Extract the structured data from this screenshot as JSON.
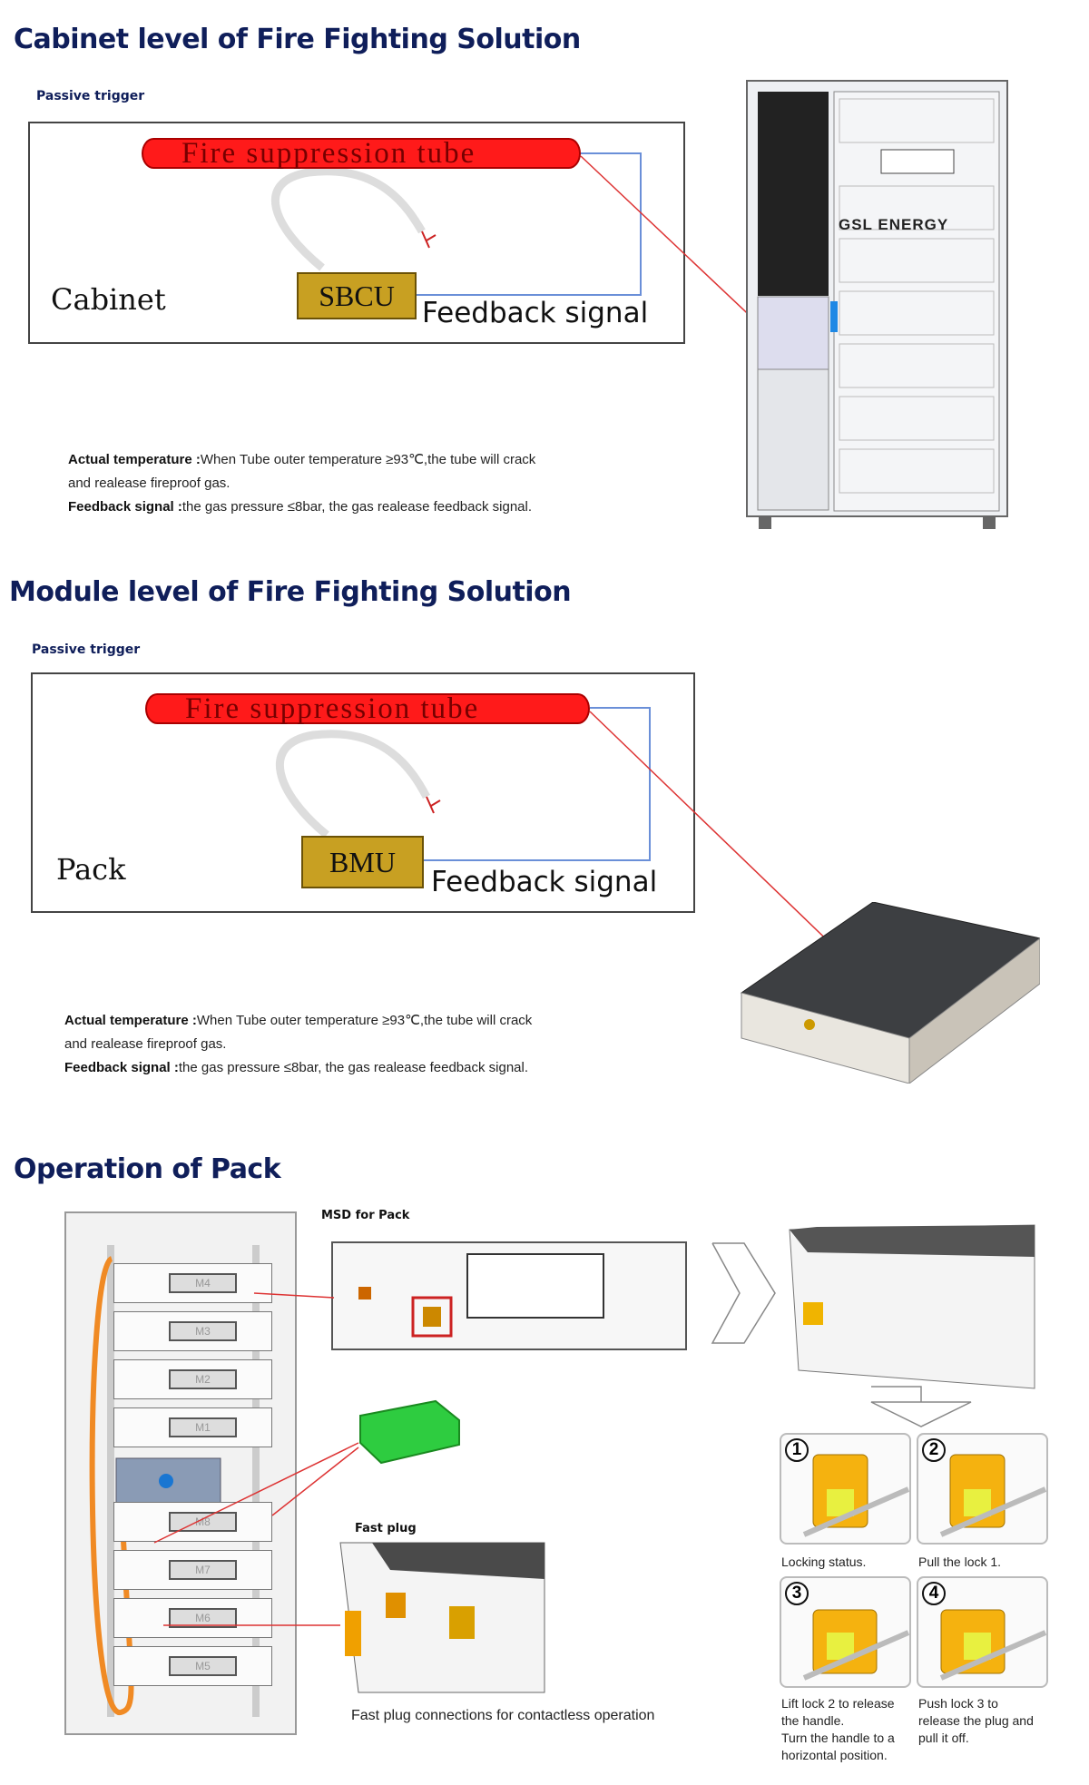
{
  "cabinet_section": {
    "title": "Cabinet level of Fire Fighting Solution",
    "trigger_label": "Passive trigger",
    "tube_label": "Fire suppression tube",
    "controller_label": "SBCU",
    "enclosure_label": "Cabinet",
    "feedback_label": "Feedback signal",
    "brand_label": "GSL ENERGY",
    "temp_title": "Actual temperature :",
    "temp_text": "When Tube outer temperature ≥93℃,the tube will crack",
    "temp_text2": "and realease fireproof gas.",
    "feedback_title": "Feedback signal :",
    "feedback_text": "the gas pressure ≤8bar,  the gas realease feedback signal."
  },
  "module_section": {
    "title": "Module level of Fire Fighting Solution",
    "trigger_label": "Passive trigger",
    "tube_label": "Fire suppression tube",
    "controller_label": "BMU",
    "enclosure_label": "Pack",
    "feedback_label": "Feedback  signal",
    "temp_title": "Actual temperature :",
    "temp_text": "When Tube outer temperature ≥93℃,the tube will crack",
    "temp_text2": "and realease fireproof gas.",
    "feedback_title": "Feedback signal :",
    "feedback_text": "the gas pressure ≤8bar,  the gas realease feedback signal."
  },
  "operation_section": {
    "title": "Operation of Pack",
    "msd_label": "MSD for Pack",
    "fast_plug_label": "Fast plug",
    "fast_plug_caption": "Fast plug connections for contactless operation",
    "modules": [
      "M4",
      "M3",
      "M2",
      "M1",
      "M8",
      "M7",
      "M6",
      "M5"
    ],
    "steps": [
      {
        "num": "1",
        "lines": [
          "Locking status."
        ]
      },
      {
        "num": "2",
        "lines": [
          "Pull the lock 1."
        ]
      },
      {
        "num": "3",
        "lines": [
          "Lift lock 2 to release",
          "the handle.",
          "Turn the handle to a",
          "horizontal position."
        ]
      },
      {
        "num": "4",
        "lines": [
          "Push lock 3 to",
          "release the plug and",
          "pull it off."
        ]
      }
    ]
  }
}
